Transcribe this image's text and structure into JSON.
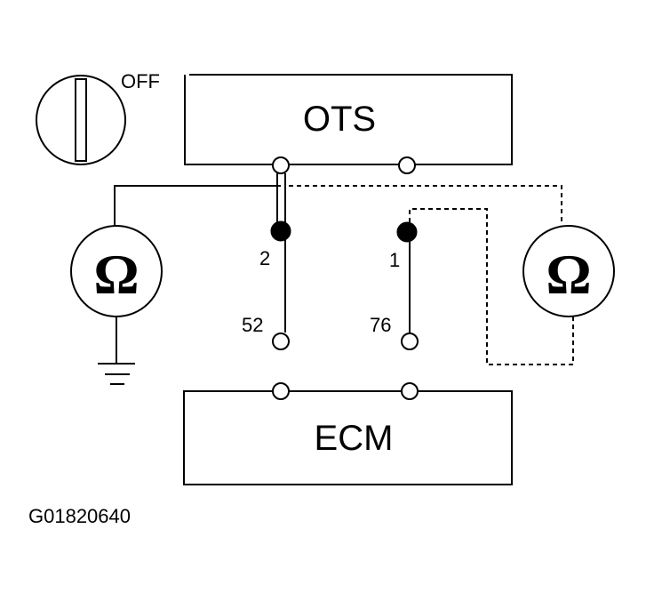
{
  "ignition_label": "OFF",
  "ots_label": "OTS",
  "ecm_label": "ECM",
  "pins": {
    "connector_a": "2",
    "connector_b": "1",
    "ecm_a": "52",
    "ecm_b": "76"
  },
  "meters": {
    "left_symbol": "Ω",
    "right_symbol": "Ω"
  },
  "figure_id": "G01820640",
  "icons": [
    "ignition-switch-icon",
    "ohmmeter-icon",
    "ground-icon"
  ]
}
